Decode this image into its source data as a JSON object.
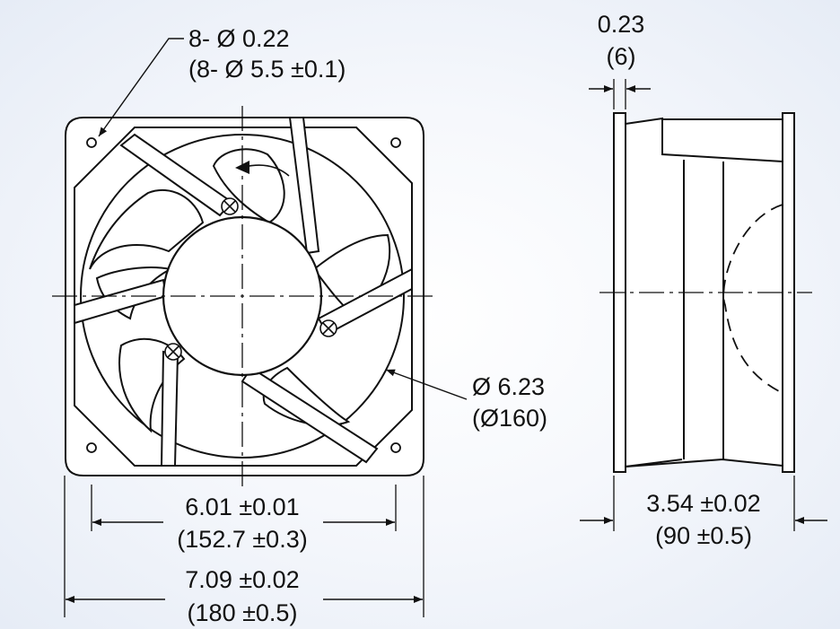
{
  "front_view": {
    "hole_callout": {
      "line1": "8- Ø 0.22",
      "line2": "(8- Ø 5.5 ±0.1)"
    },
    "diameter_callout": {
      "line1": "Ø 6.23",
      "line2": "(Ø160)"
    },
    "hole_spacing": {
      "line1": "6.01 ±0.01",
      "line2": "(152.7 ±0.3)"
    },
    "overall_width": {
      "line1": "7.09 ±0.02",
      "line2": "(180 ±0.5)"
    }
  },
  "side_view": {
    "flange_thickness": {
      "line1": "0.23",
      "line2": "(6)"
    },
    "depth": {
      "line1": "3.54 ±0.02",
      "line2": "(90 ±0.5)"
    }
  },
  "colors": {
    "line": "#111111",
    "background": "#f4f6fb"
  }
}
